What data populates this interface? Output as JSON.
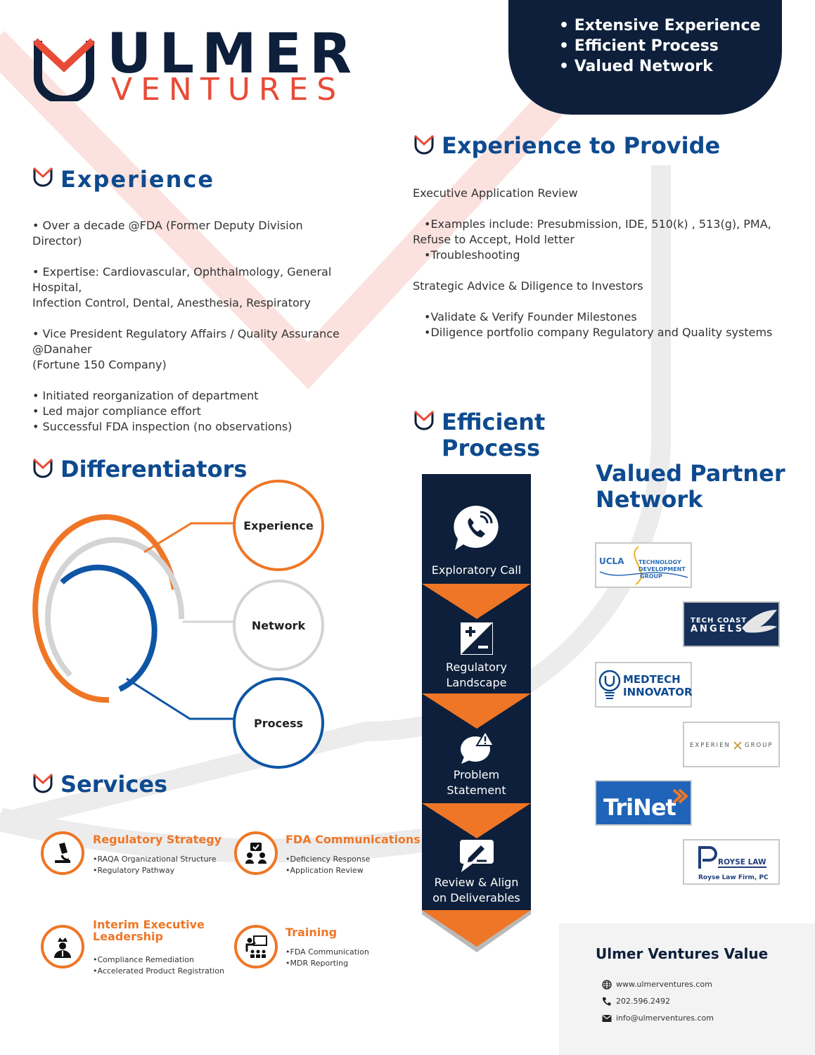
{
  "logo": {
    "line1": "ULMER",
    "line2": "VENTURES"
  },
  "highlights": [
    "Extensive Experience",
    "Efficient Process",
    "Valued Network"
  ],
  "experience": {
    "heading": "Experience",
    "items": [
      "•  Over a decade  @FDA (Former Deputy Division Director)",
      "•  Expertise: Cardiovascular, Ophthalmology, General Hospital,",
      "Infection Control, Dental, Anesthesia, Respiratory",
      "•  Vice President Regulatory Affairs / Quality Assurance @Danaher",
      "(Fortune 150 Company)",
      "•  Initiated  reorganization of department",
      "•  Led major compliance effort",
      "•  Successful FDA inspection (no observations)"
    ]
  },
  "experience_to_provide": {
    "heading": "Experience to Provide",
    "lines": [
      "Executive Application Review",
      "•Examples include: Presubmission, IDE, 510(k) , 513(g), PMA,",
      "Refuse to Accept, Hold letter",
      "•Troubleshooting",
      "Strategic Advice & Diligence to Investors",
      "•Validate & Verify Founder Milestones",
      "•Diligence portfolio company Regulatory and Quality systems"
    ]
  },
  "differentiators": {
    "heading": "Differentiators",
    "nodes": [
      "Experience",
      "Network",
      "Process"
    ]
  },
  "efficient_process": {
    "heading_line1": "Efficient",
    "heading_line2": "Process",
    "steps": [
      {
        "icon": "phone-chat-icon",
        "line1": "Exploratory Call",
        "line2": ""
      },
      {
        "icon": "plus-minus-icon",
        "line1": "Regulatory",
        "line2": "Landscape"
      },
      {
        "icon": "warning-chat-icon",
        "line1": "Problem",
        "line2": "Statement"
      },
      {
        "icon": "pen-chat-icon",
        "line1": "Review & Align",
        "line2": "on Deliverables"
      }
    ]
  },
  "partners": {
    "heading_line1": "Valued Partner",
    "heading_line2": "Network",
    "ucla": {
      "a": "UCLA",
      "b": "TECHNOLOGY",
      "c": "DEVELOPMENT",
      "d": "GROUP"
    },
    "tca": {
      "a": "TECH COAST",
      "b": "ANGELS"
    },
    "medtech": {
      "a": "MEDTECH",
      "b": "INNOVATOR"
    },
    "experien": {
      "a": "EXPERIEN",
      "b": "GROUP"
    },
    "trinet": {
      "a": "TriNet"
    },
    "royse": {
      "a": "ROYSE LAW",
      "b": "Royse Law Firm, PC"
    }
  },
  "services": {
    "heading": "Services",
    "items": [
      {
        "title_line1": "Regulatory Strategy",
        "title_line2": "",
        "bullets": [
          "•RAQA Organizational Structure",
          "•Regulatory Pathway"
        ],
        "icon": "microscope-icon"
      },
      {
        "title_line1": "FDA Communications",
        "title_line2": "",
        "bullets": [
          "•Deficiency Response",
          "•Application Review"
        ],
        "icon": "meeting-icon"
      },
      {
        "title_line1": "Interim Executive",
        "title_line2": "Leadership",
        "bullets": [
          "•Compliance Remediation",
          "•Accelerated Product Registration"
        ],
        "icon": "leader-crown-icon"
      },
      {
        "title_line1": "Training",
        "title_line2": "",
        "bullets": [
          "•FDA Communication",
          "•MDR Reporting"
        ],
        "icon": "presentation-icon"
      }
    ]
  },
  "value": {
    "heading": "Ulmer Ventures Value",
    "website": "www.ulmerventures.com",
    "phone": "202.596.2492",
    "email": "info@ulmerventures.com"
  },
  "colors": {
    "navy": "#0d1f3a",
    "blue": "#0e4a8f",
    "orange": "#ef7626",
    "red": "#e84b37",
    "gray": "#d9d9d9"
  }
}
